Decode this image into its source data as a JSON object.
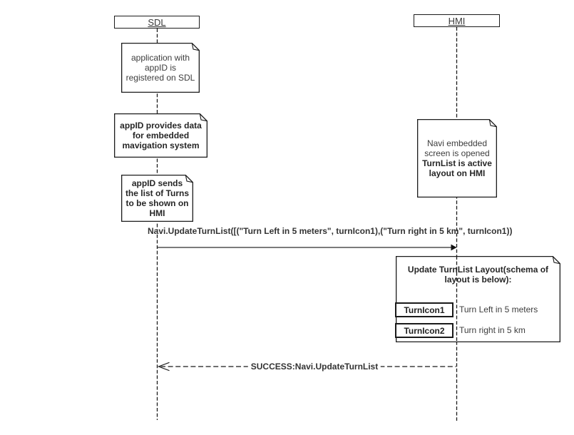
{
  "diagram_type": "uml-sequence-diagram",
  "actors": [
    {
      "label": "SDL"
    },
    {
      "label": "HMI"
    }
  ],
  "notes": [
    {
      "lines": [
        "application with",
        "appID is",
        "registered on SDL"
      ]
    },
    {
      "lines": [
        "appID provides data",
        "for embedded",
        "mavigation system"
      ]
    },
    {
      "lines": [
        "appID sends",
        "the list of Turns",
        "to be shown on",
        "HMI"
      ]
    },
    {
      "lines": [
        "Navi embedded",
        "screen is opened",
        "TurnList is active",
        "layout on HMI"
      ]
    }
  ],
  "messages": [
    {
      "label": "Navi.UpdateTurnList([(\"Turn Left in 5 meters\", turnIcon1),(\"Turn right in 5 km\", turnIcon1))",
      "from": "SDL",
      "to": "HMI",
      "style": "solid"
    },
    {
      "label": "SUCCESS:Navi.UpdateTurnList",
      "from": "HMI",
      "to": "SDL",
      "style": "dashed"
    }
  ],
  "update_note": {
    "title_lines": [
      "Update TurnList Layout(schema of",
      "layout is below):"
    ],
    "rows": [
      {
        "icon_label": "TurnIcon1",
        "description": "Turn Left in 5 meters"
      },
      {
        "icon_label": "TurnIcon2",
        "description": "Turn right in 5 km"
      }
    ]
  },
  "colors": {
    "background": "#ffffff",
    "border": "#1c1c1c",
    "lifeline": "#1c1c1c",
    "message_line": "#7b7b7b",
    "text": "#3d3d3d",
    "bold_text": "#262626"
  }
}
